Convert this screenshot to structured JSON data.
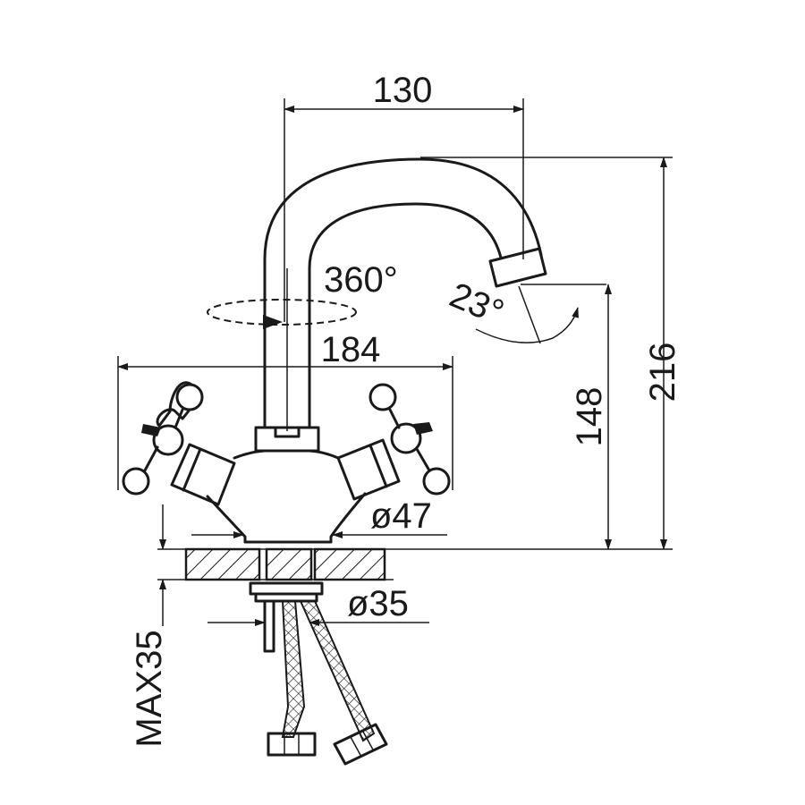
{
  "dimensions": {
    "spout_reach": "130",
    "swivel": "360°",
    "spout_tilt": "23°",
    "handle_span": "184",
    "spout_height": "148",
    "total_height": "216",
    "base_diameter": "ø47",
    "shank_diameter": "ø35",
    "max_deck_thickness": "MAX35"
  },
  "colors": {
    "line": "#1a1a1a",
    "background": "#ffffff"
  }
}
